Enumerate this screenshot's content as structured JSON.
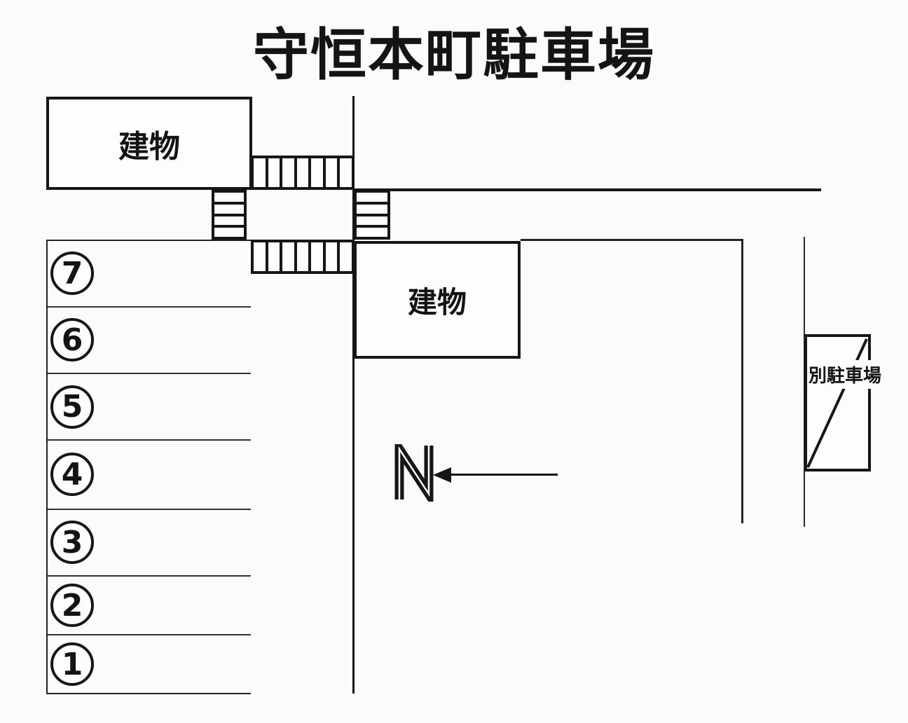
{
  "title": "守恒本町駐車場",
  "buildings": [
    {
      "label": "建物"
    },
    {
      "label": "建物"
    }
  ],
  "parking": {
    "spaces": [
      {
        "number": "7"
      },
      {
        "number": "6"
      },
      {
        "number": "5"
      },
      {
        "number": "4"
      },
      {
        "number": "3"
      },
      {
        "number": "2"
      },
      {
        "number": "1"
      }
    ]
  },
  "annex": {
    "label": "別駐車場"
  },
  "compass": {
    "letter": "N"
  },
  "colors": {
    "line": "#161616",
    "background": "#fcfbf9"
  }
}
